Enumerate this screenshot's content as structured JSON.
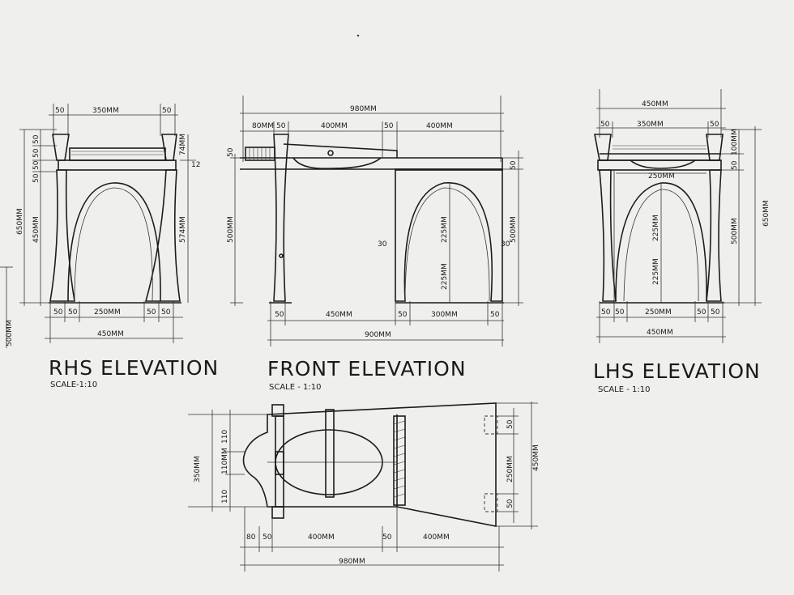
{
  "views": {
    "rhs": {
      "title": "RHS ELEVATION",
      "scale": "SCALE-1:10",
      "dims": {
        "top_left": "50",
        "top_mid": "350MM",
        "top_right": "50",
        "bot_a": "50",
        "bot_b": "50",
        "bot_mid": "250MM",
        "bot_c": "50",
        "bot_d": "50",
        "bot_total": "450MM",
        "left_total": "650MM",
        "left_inner": "450MM",
        "left_s1": "50",
        "left_s2": "50",
        "left_s3": "50",
        "left_s4": "50",
        "right_leg": "574MM",
        "right_top": "74MM",
        "right_small": "12",
        "far_left": "500MM"
      }
    },
    "front": {
      "title": "FRONT ELEVATION",
      "scale": "SCALE - 1:10",
      "dims": {
        "top_total": "980MM",
        "top_a": "80MM",
        "top_b": "50",
        "top_c": "400MM",
        "top_d": "50",
        "top_e": "400MM",
        "left_small": "50",
        "left_main": "500MM",
        "right_small": "50",
        "right_main": "500MM",
        "arch_upper": "225MM",
        "arch_lower": "225MM",
        "arch_left": "30",
        "arch_right": "30",
        "bot_a": "50",
        "bot_b": "450MM",
        "bot_c": "50",
        "bot_d": "300MM",
        "bot_e": "50",
        "bot_total": "900MM"
      }
    },
    "lhs": {
      "title": "LHS ELEVATION",
      "scale": "SCALE - 1:10",
      "dims": {
        "top_total": "450MM",
        "top_a": "50",
        "top_mid": "350MM",
        "top_b": "50",
        "inner_top": "250MM",
        "mid_upper": "225MM",
        "mid_lower": "225MM",
        "right_a": "100MM",
        "right_b": "50",
        "right_main": "500MM",
        "right_total": "650MM",
        "bot_a": "50",
        "bot_b": "50",
        "bot_mid": "250MM",
        "bot_c": "50",
        "bot_d": "50",
        "bot_total": "450MM"
      }
    },
    "plan": {
      "dims": {
        "left_total": "350MM",
        "left_a": "110",
        "left_b": "110MM",
        "left_c": "110",
        "right_a": "50",
        "right_mid": "250MM",
        "right_b": "50",
        "right_total": "450MM",
        "bot_a": "80",
        "bot_b": "50",
        "bot_c": "400MM",
        "bot_d": "50",
        "bot_e": "400MM",
        "bot_total": "980MM"
      }
    }
  }
}
